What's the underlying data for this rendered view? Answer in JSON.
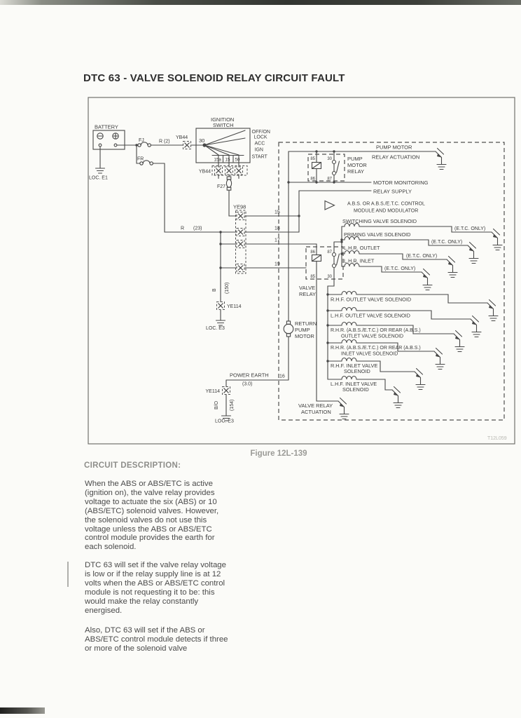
{
  "doc": {
    "title": "DTC 63 - VALVE SOLENOID RELAY CIRCUIT FAULT",
    "figure": "Figure 12L-139",
    "section": "CIRCUIT DESCRIPTION:",
    "p1": "When the ABS or ABS/ETC is active (ignition on), the valve relay provides voltage to actuate the six (ABS) or 10 (ABS/ETC) solenoid valves. However, the solenoid valves do not use this voltage unless the ABS or ABS/ETC control module provides the earth for each solenoid.",
    "p2": "DTC 63 will set if the valve relay voltage is low or if the relay supply line is at 12 volts when the ABS or ABS/ETC control module is not requesting it to be: this would make the relay constantly energised.",
    "p3": "Also, DTC 63 will set if the ABS or ABS/ETC control module detects if three or more of the solenoid valve"
  },
  "d": {
    "battery": "BATTERY",
    "loc_e1": "LOC. E1",
    "fj": "FJ",
    "fr": "FR",
    "f27": "F27",
    "r2": "R (2)",
    "wr": "R",
    "w23": "(23)",
    "yb44": "YB44",
    "ye98": "YE98",
    "ye114": "YE114",
    "ign1": "IGNITION",
    "ign2": "SWITCH",
    "p30": "30",
    "pos0": "OFF/ON",
    "pos1": "LOCK",
    "pos2": "ACC",
    "pos3": "IGN",
    "pos4": "START",
    "sp0": "15a",
    "sp1": "15",
    "sp2": "50",
    "pin15": "15",
    "pin18": "18",
    "pin17": "17",
    "pin19": "19",
    "pin16": "16",
    "wb": "B",
    "w150": "(150)",
    "loc_e3": "LOC. E3",
    "wbo": "B/O",
    "w154": "(154)",
    "pe": "POWER EARTH",
    "pe30": "(3.0)",
    "pmr1": "PUMP",
    "pmr2": "MOTOR",
    "pmr3": "RELAY",
    "r85": "85",
    "r30": "30",
    "r86": "86",
    "r87": "87",
    "v86": "86",
    "v87": "87",
    "v85": "85",
    "v30": "30",
    "pma1": "PUMP MOTOR",
    "pma2": "RELAY ACTUATION",
    "mm": "MOTOR MONITORING",
    "rs": "RELAY SUPPLY",
    "mod1": "A.B.S. OR A.B.S./E.T.C. CONTROL",
    "mod2": "MODULE AND MODULATOR",
    "s1": "SWITCHING VALVE SOLENOID",
    "s2": "PRIMING VALVE SOLENOID",
    "s3": "L.H.R. OUTLET",
    "s4": "L.H.R. INLET",
    "etc": "(E.T.C. ONLY)",
    "vr1": "VALVE",
    "vr2": "RELAY",
    "rpm1": "RETURN",
    "rpm2": "PUMP",
    "rpm3": "MOTOR",
    "l1": "R.H.F. OUTLET VALVE SOLENOID",
    "l2": "L.H.F. OUTLET VALVE SOLENOID",
    "l3a": "R.H.R. (A.B.S./E.T.C.) OR REAR (A.B.S.)",
    "l3b": "OUTLET VALVE SOLENOID",
    "l4a": "R.H.R. (A.B.S./E.T.C.) OR REAR (A.B.S.)",
    "l4b": "INLET VALVE SOLENOID",
    "l5a": "R.H.F. INLET VALVE",
    "l5b": "SOLENOID",
    "l6a": "L.H.F. INLET VALVE",
    "l6b": "SOLENOID",
    "vra1": "VALVE RELAY",
    "vra2": "ACTUATION",
    "code": "T12L059"
  }
}
